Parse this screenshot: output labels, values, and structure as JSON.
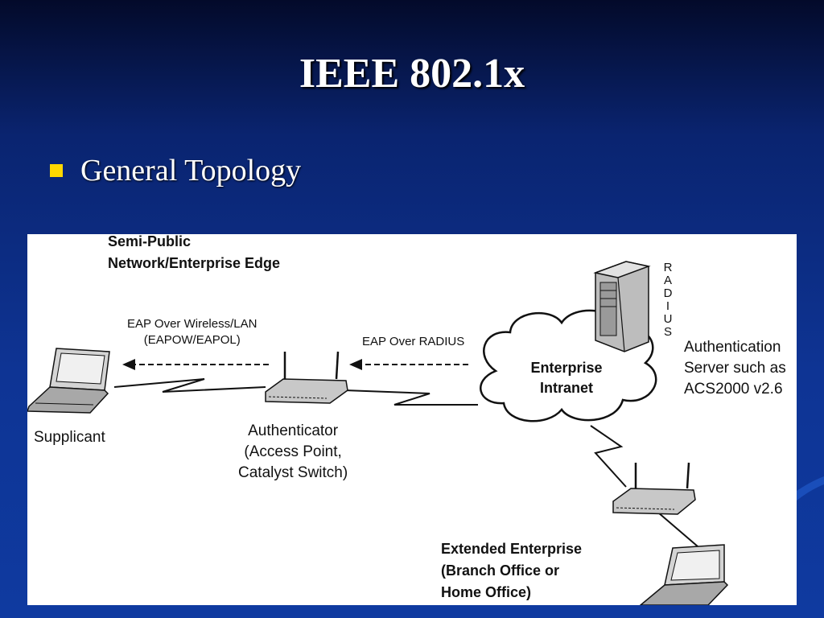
{
  "slide": {
    "title": "IEEE 802.1x",
    "bullet": "General Topology"
  },
  "diagram": {
    "semi_public": "Semi-Public\nNetwork/Enterprise Edge",
    "eap_wireless": "EAP Over Wireless/LAN\n(EAPOW/EAPOL)",
    "eap_radius": "EAP Over RADIUS",
    "cloud": "Enterprise\nIntranet",
    "radius_vertical": "RADIUS",
    "auth_server": "Authentication\nServer such as\nACS2000 v2.6",
    "supplicant": "Supplicant",
    "authenticator": "Authenticator\n(Access Point,\nCatalyst Switch)",
    "extended": "Extended Enterprise\n(Branch Office or\nHome Office)"
  },
  "colors": {
    "bullet": "#ffd800",
    "title": "#ffffff",
    "background_top": "#030a2a",
    "background_bottom": "#0f3aa0"
  }
}
